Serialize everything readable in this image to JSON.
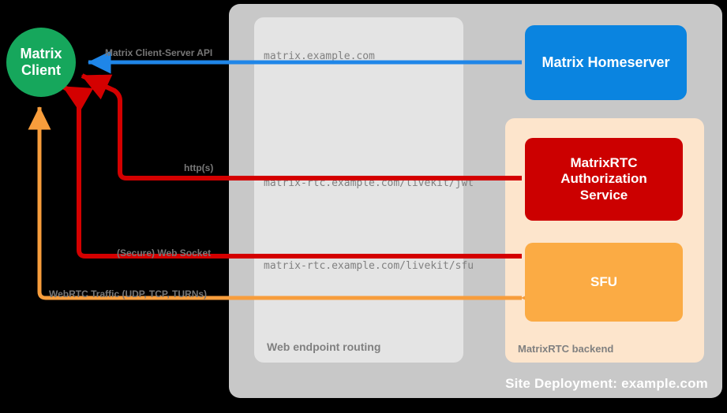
{
  "diagram": {
    "title": "Site Deployment: example.com",
    "colors": {
      "client": "#16a75c",
      "homeserver": "#0a84e0",
      "auth_service": "#cc0000",
      "sfu": "#fbab44",
      "site_container": "#c8c8c8",
      "routing_panel": "#e4e4e4",
      "rtc_backend": "#fde5cc",
      "background": "#000000",
      "blue_arrow": "#1f86e8",
      "red_arrow": "#d40000",
      "orange_arrow": "#f79d3c"
    }
  },
  "nodes": {
    "client": {
      "line1": "Matrix",
      "line2": "Client"
    },
    "homeserver": {
      "label": "Matrix Homeserver"
    },
    "auth_service": {
      "line1": "MatrixRTC",
      "line2": "Authorization",
      "line3": "Service"
    },
    "sfu": {
      "label": "SFU"
    }
  },
  "containers": {
    "site_deployment": {
      "label": "Site Deployment: example.com"
    },
    "routing_panel": {
      "label": "Web endpoint routing"
    },
    "rtc_backend": {
      "label": "MatrixRTC backend"
    }
  },
  "endpoints": [
    {
      "name": "matrix-homeserver-endpoint",
      "text": "matrix.example.com"
    },
    {
      "name": "livekit-jwt-endpoint",
      "text": "matrix-rtc.example.com/livekit/jwt"
    },
    {
      "name": "livekit-sfu-endpoint",
      "text": "matrix-rtc.example.com/livekit/sfu"
    }
  ],
  "connections": [
    {
      "name": "client-server-api",
      "label": "Matrix Client-Server API",
      "color": "#1f86e8"
    },
    {
      "name": "http-auth",
      "label": "http(s)",
      "color": "#d40000"
    },
    {
      "name": "secure-web-socket",
      "label": "(Secure) Web Socket",
      "color": "#d40000"
    },
    {
      "name": "webrtc-traffic",
      "label": "WebRTC Traffic (UDP, TCP, TURNs)",
      "color": "#f79d3c"
    }
  ]
}
